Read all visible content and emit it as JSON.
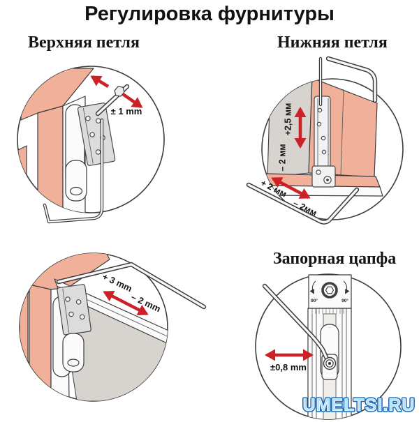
{
  "page": {
    "title": "Регулировка фурнитуры",
    "background": "#ffffff"
  },
  "sections": {
    "top_hinge": {
      "heading": "Верхняя петля",
      "adjust_label": "± 1 mm"
    },
    "bottom_hinge": {
      "heading": "Нижняя петля",
      "vertical_plus_label": "+2,5 мм",
      "vertical_minus_label": "– 2 мм",
      "horizontal_plus_label": "+ 2 мм",
      "horizontal_minus_label": "– 2мм"
    },
    "side_adjust": {
      "plus_label": "+ 3 mm",
      "minus_label": "– 2 mm"
    },
    "locking_pin": {
      "heading": "Запорная цапфа",
      "adjust_label": "±0,8 mm",
      "angle_left_label": "90°",
      "angle_right_label": "90°"
    }
  },
  "watermark": {
    "text": "UMELTSI.RU"
  },
  "figures": [
    {
      "id": "top-hinge",
      "objects": [
        "window-frame-corner",
        "hinge-plate",
        "hex-key",
        "adjustment-arrows"
      ]
    },
    {
      "id": "bottom-hinge",
      "objects": [
        "frame-corner",
        "hinge-bar",
        "hex-keys",
        "vertical-arrow",
        "diagonal-arrow"
      ]
    },
    {
      "id": "side-adjust",
      "objects": [
        "frame-corner",
        "hinge-bracket",
        "hex-key",
        "diagonal-arrow"
      ]
    },
    {
      "id": "locking-pin",
      "objects": [
        "sash-profile",
        "locking-cam",
        "hex-key",
        "horizontal-arrow",
        "rotation-indicator"
      ]
    }
  ],
  "colors": {
    "frame_pink": "#f0b09a",
    "metal_gray": "#d7d3ce",
    "arrow_red": "#cc2127",
    "outline": "#3c3c3c",
    "watermark_fill": "#b5e1fb",
    "watermark_outline": "#1a67b2"
  }
}
